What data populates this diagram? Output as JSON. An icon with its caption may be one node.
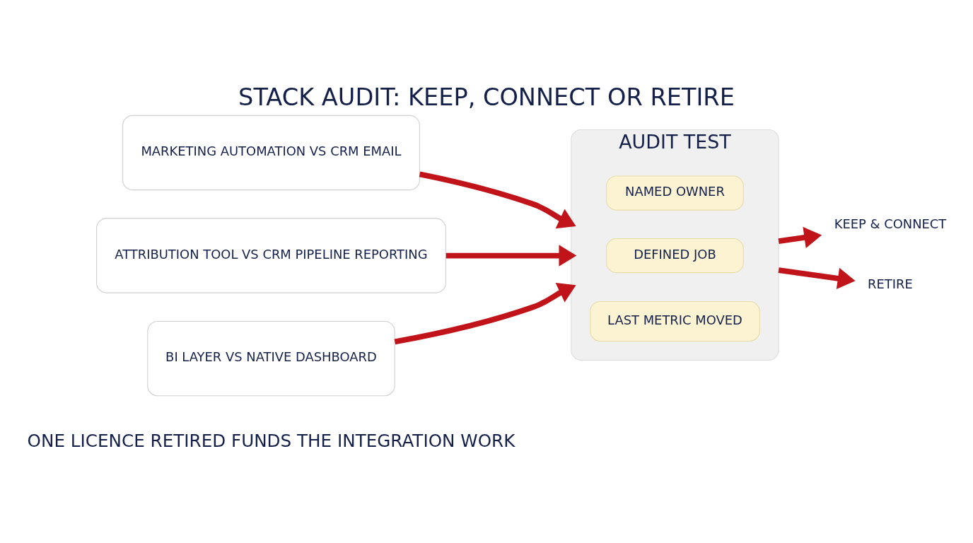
{
  "diagram": {
    "title": "STACK AUDIT: KEEP, CONNECT OR RETIRE",
    "caption": "ONE LICENCE RETIRED FUNDS THE INTEGRATION WORK",
    "nodes": [
      {
        "text": [
          "MARKETING AUTOMATION VS CRM EMAIL"
        ]
      },
      {
        "text": [
          "ATTRIBUTION TOOL VS CRM PIPELINE REPORTING"
        ]
      },
      {
        "text": [
          "BI LAYER VS NATIVE DASHBOARD"
        ]
      },
      {
        "text": [
          "AUDIT TEST"
        ]
      },
      {
        "text": [
          "NAMED OWNER"
        ],
        "in": 3
      },
      {
        "text": [
          "DEFINED JOB"
        ],
        "in": 3
      },
      {
        "text": [
          "LAST METRIC MOVED"
        ],
        "in": 3
      },
      {
        "text": [
          "KEEP & CONNECT"
        ]
      },
      {
        "text": [
          "RETIRE"
        ]
      }
    ],
    "edges": [
      {
        "from": 0,
        "to": 3,
        "arrow": "to"
      },
      {
        "from": 1,
        "to": 3,
        "arrow": "to"
      },
      {
        "from": 2,
        "to": 3,
        "arrow": "to"
      },
      {
        "from": 3,
        "to": 7,
        "arrow": "to"
      },
      {
        "from": 3,
        "to": 8,
        "arrow": "to"
      }
    ]
  }
}
